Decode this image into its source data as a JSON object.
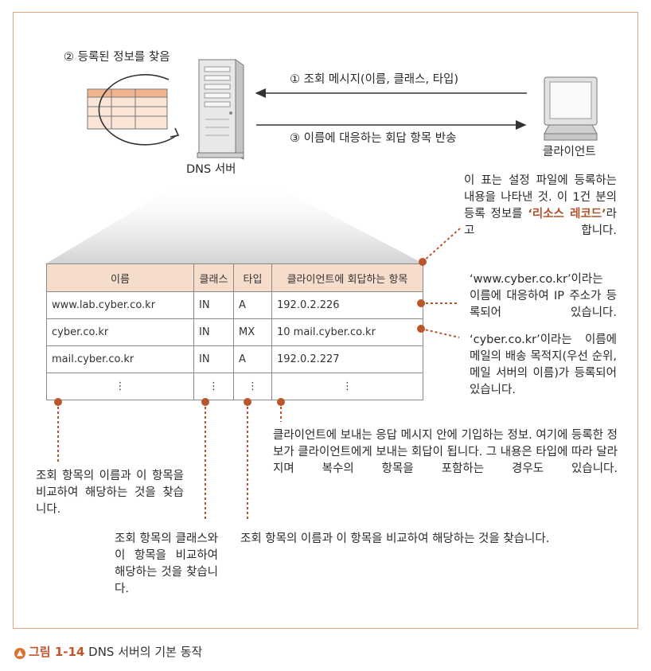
{
  "diagram": {
    "step2_label": "② 등록된 정보를 찾음",
    "step1_label": "① 조회 메시지(이름, 클래스, 타입)",
    "step3_label": "③ 이름에 대응하는 회답 항목 반송",
    "server_label": "DNS 서버",
    "client_label": "클라이언트"
  },
  "table": {
    "headers": [
      "이름",
      "클래스",
      "타입",
      "클라이언트에 회답하는 항목"
    ],
    "rows": [
      [
        "www.lab.cyber.co.kr",
        "IN",
        "A",
        "192.0.2.226"
      ],
      [
        "cyber.co.kr",
        "IN",
        "MX",
        "10 mail.cyber.co.kr"
      ],
      [
        "mail.cyber.co.kr",
        "IN",
        "A",
        "192.0.2.227"
      ],
      [
        "⋮",
        "⋮",
        "⋮",
        "⋮"
      ]
    ]
  },
  "notes": {
    "resource_record": {
      "before": "이 표는 설정 파일에 등록하는 내용을 나타낸 것. 이 1건 분의 등록 정보를 ",
      "highlight": "‘리소스 레코드’",
      "after": "라고 합니다."
    },
    "www_note": "‘www.cyber.co.kr’이라는 이름에 대응하여 IP 주소가 등록되어 있습니다.",
    "mx_note": "‘cyber.co.kr’이라는 이름에 메일의 배송 목적지(우선 순위, 메일 서버의 이름)가 등록되어 있습니다.",
    "answer_note": "클라이언트에 보내는 응답 메시지 안에 기입하는 정보. 여기에 등록한 정보가 클라이언트에게 보내는 회답이 됩니다. 그 내용은 타입에 따라 달라지며 복수의 항목을 포함하는 경우도 있습니다.",
    "name_note": "조회 항목의 이름과 이 항목을 비교하여 해당하는 것을 찾습니다.",
    "class_note": "조회 항목의 클래스와 이 항목을 비교하여 해당하는 것을 찾습니다.",
    "type_note": "조회 항목의 이름과 이 항목을 비교하여 해당하는 것을 찾습니다."
  },
  "caption": {
    "figure_number": "그림 1-14",
    "title": "DNS 서버의 기본 동작"
  },
  "colors": {
    "accent": "#b0532a",
    "frame": "#e3a37e",
    "header_fill": "#f6dccb",
    "dot": "#b9562a"
  }
}
